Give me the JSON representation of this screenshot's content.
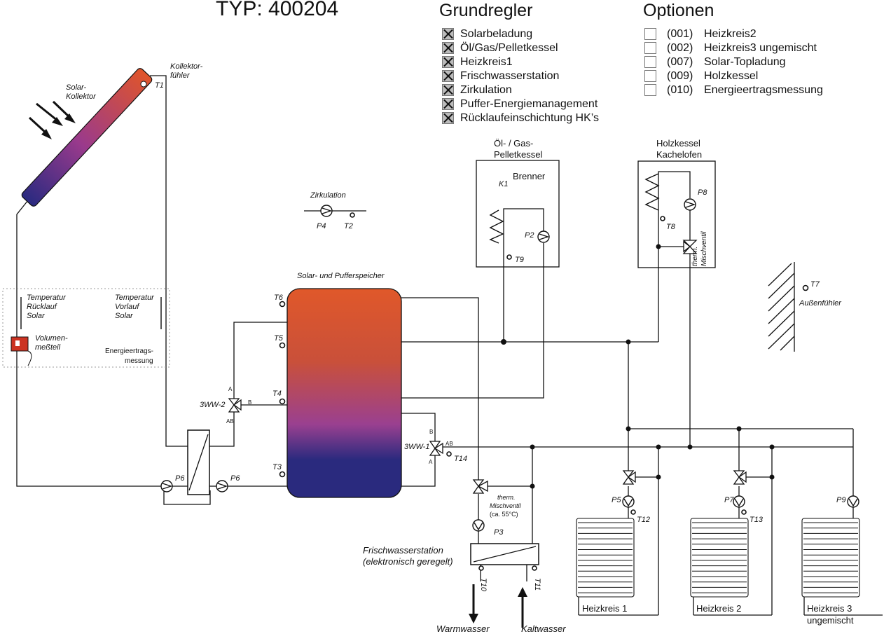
{
  "title": "TYP: 400204",
  "grundregler": {
    "heading": "Grundregler",
    "items": [
      {
        "label": "Solarbeladung",
        "checked": true
      },
      {
        "label": "Öl/Gas/Pelletkessel",
        "checked": true
      },
      {
        "label": "Heizkreis1",
        "checked": true
      },
      {
        "label": "Frischwasserstation",
        "checked": true
      },
      {
        "label": "Zirkulation",
        "checked": true
      },
      {
        "label": "Puffer-Energiemanagement",
        "checked": true
      },
      {
        "label": "Rücklaufeinschichtung HK’s",
        "checked": true
      }
    ]
  },
  "optionen": {
    "heading": "Optionen",
    "items": [
      {
        "code": "(001)",
        "label": "Heizkreis2",
        "checked": false
      },
      {
        "code": "(002)",
        "label": "Heizkreis3 ungemischt",
        "checked": false
      },
      {
        "code": "(007)",
        "label": "Solar-Topladung",
        "checked": false
      },
      {
        "code": "(009)",
        "label": "Holzkessel",
        "checked": false
      },
      {
        "code": "(010)",
        "label": "Energieertragsmessung",
        "checked": false
      }
    ]
  },
  "labels": {
    "kollektorfuehler_1": "Kollektor-",
    "kollektorfuehler_2": "fühler",
    "solar_kollektor_1": "Solar-",
    "solar_kollektor_2": "Kollektor",
    "t1": "T1",
    "temp_ruecklauf_1": "Temperatur",
    "temp_ruecklauf_2": "Rücklauf",
    "temp_ruecklauf_3": "Solar",
    "temp_vorlauf_1": "Temperatur",
    "temp_vorlauf_2": "Vorlauf",
    "temp_vorlauf_3": "Solar",
    "volumen_1": "Volumen-",
    "volumen_2": "meßteil",
    "energieertrag_1": "Energieertrags-",
    "energieertrag_2": "messung",
    "zirkulation": "Zirkulation",
    "p4": "P4",
    "t2": "T2",
    "speicher": "Solar- und Pufferspeicher",
    "t6": "T6",
    "t5": "T5",
    "t4": "T4",
    "t3": "T3",
    "ww2": "3WW-2",
    "ww1": "3WW-1",
    "port_a": "A",
    "port_b": "B",
    "port_ab": "AB",
    "t14": "T14",
    "p6": "P6",
    "kessel_1": "Öl- / Gas-",
    "kessel_2": "Pelletkessel",
    "k1": "K1",
    "brenner": "Brenner",
    "p2": "P2",
    "t9": "T9",
    "holz_1": "Holzkessel",
    "holz_2": "Kachelofen",
    "p8": "P8",
    "t8": "T8",
    "holz_mischer_1": "therm.",
    "holz_mischer_2": "Mischventil",
    "t7": "T7",
    "aussenfuehler": "Außenfühler",
    "fw_mischer_1": "therm.",
    "fw_mischer_2": "Mischventil",
    "fw_mischer_3": "(ca. 55°C)",
    "p3": "P3",
    "fws_1": "Frischwasserstation",
    "fws_2": "(elektronisch geregelt)",
    "t10": "T10",
    "t11": "T11",
    "warmwasser": "Warmwasser",
    "kaltwasser": "Kaltwasser",
    "p5": "P5",
    "t12": "T12",
    "p7": "P7",
    "t13": "T13",
    "p9": "P9",
    "hk1": "Heizkreis 1",
    "hk2": "Heizkreis 2",
    "hk3_1": "Heizkreis 3",
    "hk3_2": "ungemischt"
  },
  "colors": {
    "collector_top": "#e0552a",
    "collector_mid": "#9a3a8c",
    "collector_bottom": "#2a2a80",
    "tank_top": "#e0582a",
    "tank_mid": "#9a4090",
    "tank_bottom": "#2a2a7e",
    "pipe": "#111111"
  }
}
